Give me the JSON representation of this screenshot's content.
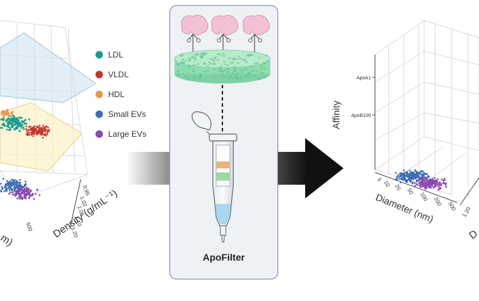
{
  "legend": [
    {
      "label": "LDL",
      "color": "#1a9b8c"
    },
    {
      "label": "VLDL",
      "color": "#c8322d"
    },
    {
      "label": "HDL",
      "color": "#e69a4a"
    },
    {
      "label": "Small EVs",
      "color": "#3a6fb5"
    },
    {
      "label": "Large EVs",
      "color": "#8a4ab0"
    }
  ],
  "left_plot": {
    "axis_label_density": "Density (g/mL⁻¹)",
    "axis_label_diameter_fragment": "m)",
    "density_ticks": [
      "0.95",
      "1.02",
      "1.06",
      "1.10",
      "1.20"
    ],
    "diameter_tick_fragment": "500"
  },
  "center": {
    "title": "ApoFilter"
  },
  "right_plot": {
    "axis_label_affinity": "Affinity",
    "axis_label_diameter": "Diameter (nm)",
    "affinity_ticks": [
      "ApoA1",
      "ApoB100"
    ],
    "diameter_ticks": [
      "5",
      "10",
      "20",
      "50",
      "100",
      "200",
      "500"
    ],
    "density_tick_fragment": "1.20",
    "density_label_fragment": "D"
  }
}
